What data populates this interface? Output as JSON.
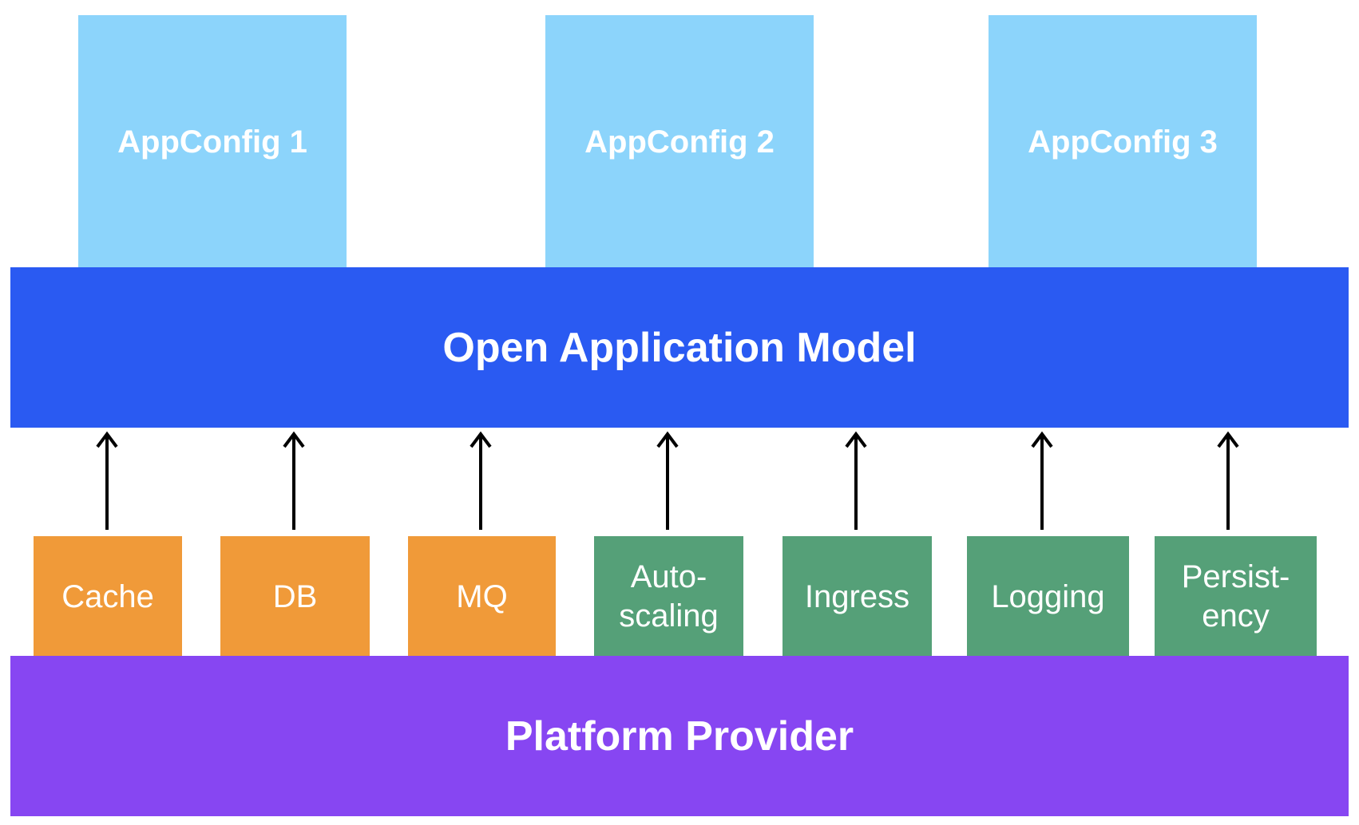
{
  "app_configs": [
    {
      "label": "AppConfig 1"
    },
    {
      "label": "AppConfig 2"
    },
    {
      "label": "AppConfig 3"
    }
  ],
  "oam": {
    "label": "Open Application Model"
  },
  "platform": {
    "label": "Platform Provider"
  },
  "components": [
    {
      "label": "Cache",
      "kind": "service"
    },
    {
      "label": "DB",
      "kind": "service"
    },
    {
      "label": "MQ",
      "kind": "service"
    },
    {
      "label": "Auto-\nscaling",
      "kind": "trait"
    },
    {
      "label": "Ingress",
      "kind": "trait"
    },
    {
      "label": "Logging",
      "kind": "trait"
    },
    {
      "label": "Persist-\nency",
      "kind": "trait"
    }
  ],
  "colors": {
    "app_config": "#8cd4fb",
    "oam": "#2a5af2",
    "platform": "#8746f2",
    "service": "#f09a39",
    "trait": "#55a078",
    "arrow": "#000000"
  }
}
